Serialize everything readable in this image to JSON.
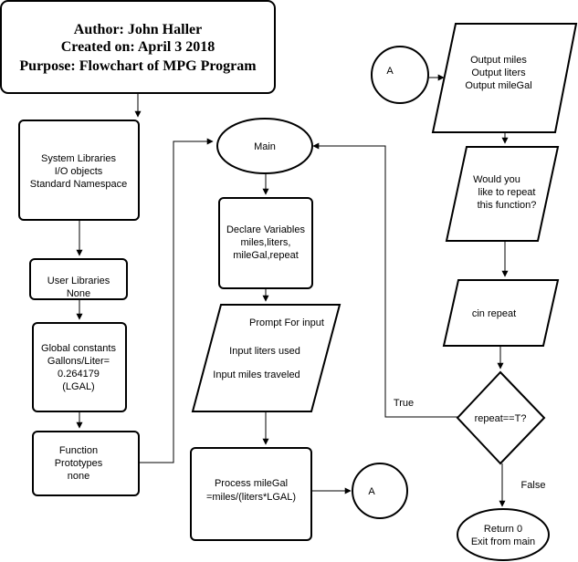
{
  "header": {
    "author": "Author: John Haller",
    "created": "Created on: April 3 2018",
    "purpose": "Purpose: Flowchart of MPG Program"
  },
  "nodes": {
    "system_libraries": [
      "System Libraries",
      "I/O objects",
      "Standard Namespace"
    ],
    "user_libraries": [
      "User Libraries",
      "None"
    ],
    "global_constants": [
      "Global constants",
      "Gallons/Liter=",
      "0.264179",
      "(LGAL)"
    ],
    "function_prototypes": [
      "Function",
      "Prototypes",
      "none"
    ],
    "main": "Main",
    "declare_variables": [
      "Declare Variables",
      "miles,liters,",
      "mileGal,repeat"
    ],
    "input": [
      "Prompt For input",
      "Input liters used",
      "Input miles traveled"
    ],
    "process": [
      "Process mileGal",
      "=miles/(liters*LGAL)"
    ],
    "connector_out": "A",
    "connector_in": "A",
    "output": [
      "Output miles",
      "Output liters",
      "Output mileGal"
    ],
    "prompt_repeat": [
      "Would you",
      "like to repeat",
      "this function?"
    ],
    "cin_repeat": "cin repeat",
    "decision": "repeat==T?",
    "return": [
      "Return 0",
      "Exit from main"
    ]
  },
  "edge_labels": {
    "true_label": "True",
    "false_label": "False"
  }
}
